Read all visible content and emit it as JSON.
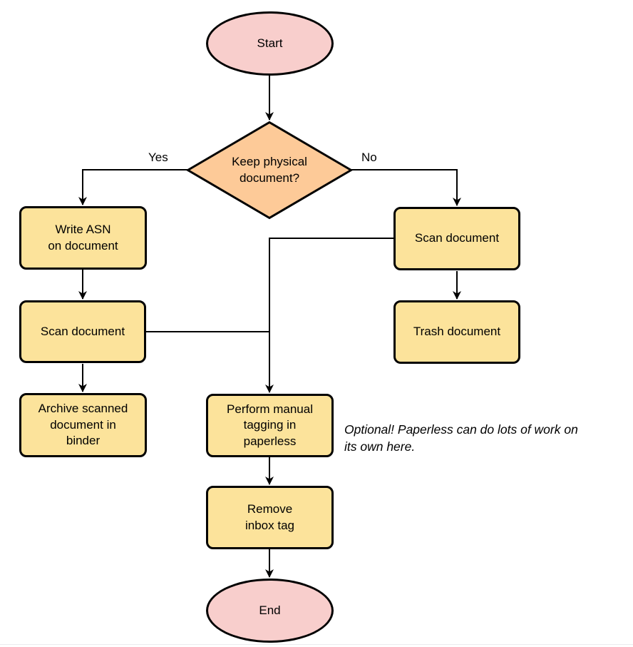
{
  "diagram": {
    "nodes": {
      "start": "Start",
      "decision": "Keep physical\ndocument?",
      "write_asn": "Write ASN\non document",
      "scan_left": "Scan document",
      "archive": "Archive scanned\ndocument in\nbinder",
      "scan_right": "Scan document",
      "trash": "Trash document",
      "tagging": "Perform manual\ntagging in\npaperless",
      "remove_inbox": "Remove\ninbox tag",
      "end": "End"
    },
    "edge_labels": {
      "yes": "Yes",
      "no": "No"
    },
    "note": "Optional! Paperless can do lots of work on\nits own here.",
    "colors": {
      "terminator_fill": "#F8CECC",
      "decision_fill": "#FDCA98",
      "process_fill": "#FCE39B",
      "stroke": "#000000"
    }
  }
}
